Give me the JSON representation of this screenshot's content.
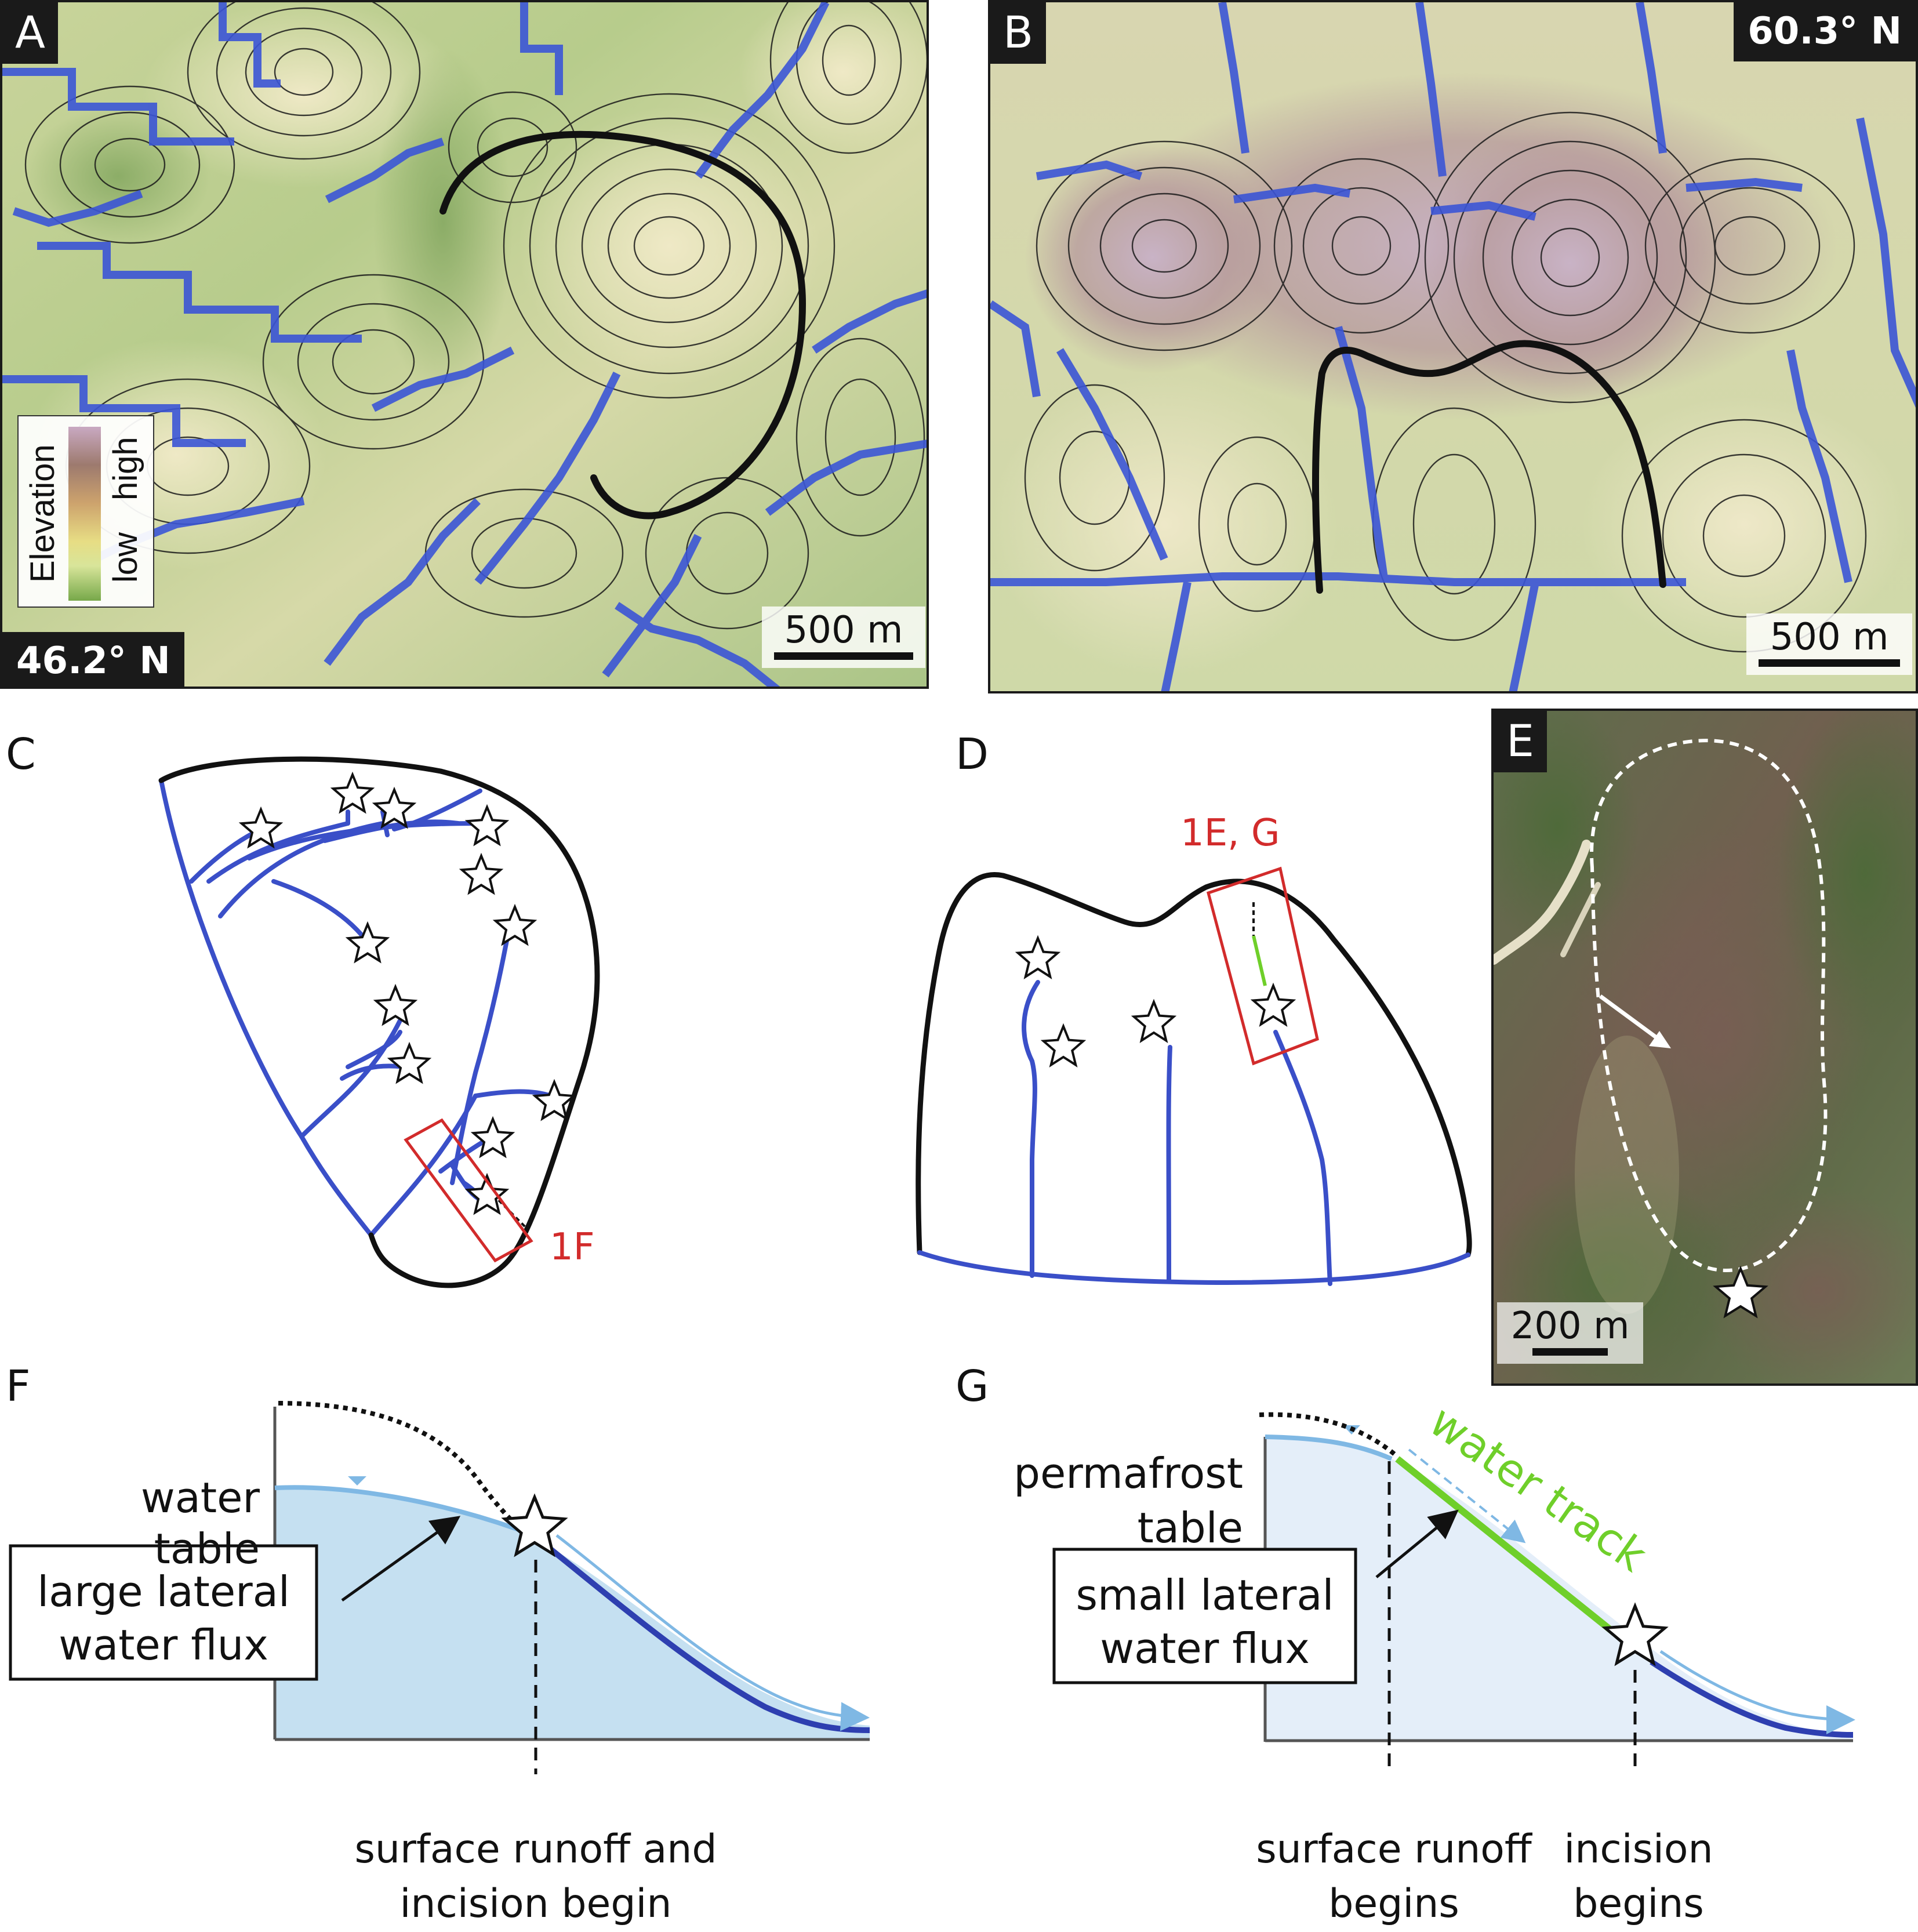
{
  "panel_a": {
    "letter": "A",
    "latitude": "46.2° N",
    "scale_label": "500 m",
    "legend": {
      "title": "Elevation",
      "high": "high",
      "low": "low"
    }
  },
  "panel_b": {
    "letter": "B",
    "latitude": "60.3° N",
    "scale_label": "500 m"
  },
  "panel_c": {
    "letter": "C",
    "box_label": "1F"
  },
  "panel_d": {
    "letter": "D",
    "box_label": "1E, G"
  },
  "panel_e": {
    "letter": "E",
    "scale_label": "200 m"
  },
  "panel_f": {
    "letter": "F",
    "water_table_label": [
      "water",
      "table"
    ],
    "flux_label": [
      "large lateral",
      "water flux"
    ],
    "bottom_label": [
      "surface runoff and",
      "incision begin"
    ]
  },
  "panel_g": {
    "letter": "G",
    "permafrost_label": [
      "permafrost",
      "table"
    ],
    "flux_label": [
      "small lateral",
      "water flux"
    ],
    "water_track_label": "water track",
    "runoff_label": [
      "surface runoff",
      "begins"
    ],
    "incision_label": [
      "incision",
      "begins"
    ]
  },
  "colors": {
    "channel_blue": "#3a4fc8",
    "outline_black": "#111111",
    "box_red": "#d22b2b",
    "water_track_green": "#6fcf2a",
    "water_fill": "#c5e0f1",
    "permafrost_fill": "#e4eef9",
    "water_line": "#7fb8e4"
  }
}
